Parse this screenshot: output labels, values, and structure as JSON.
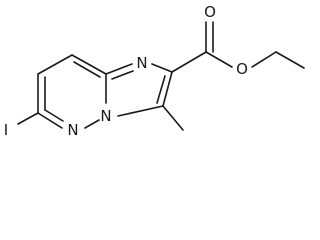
{
  "structure": {
    "atom_labels": {
      "iodine": "I",
      "n_imidazole": "N",
      "n_pyridazine": "N",
      "n_bridgehead": "N",
      "o_carbonyl": "O",
      "o_ester": "O"
    },
    "line_color": "#1a1a1a",
    "background": "#ffffff"
  }
}
